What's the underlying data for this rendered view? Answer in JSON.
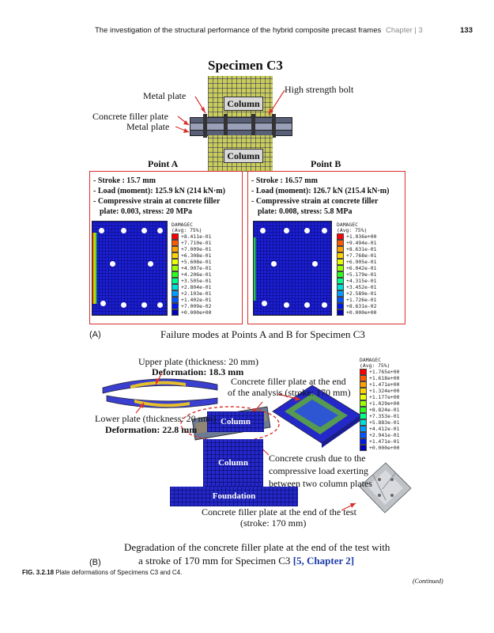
{
  "header": {
    "running_title": "The investigation of the structural performance of the hybrid composite precast frames",
    "chapter": "Chapter | 3",
    "page_number": "133"
  },
  "panel_a": {
    "title": "Specimen C3",
    "labels": {
      "metal_plate_top": "Metal plate",
      "concrete_filler_plate": "Concrete filler plate",
      "metal_plate_bottom": "Metal plate",
      "high_strength_bolt": "High strength bolt",
      "column_top": "Column",
      "column_bottom": "Column",
      "point_a": "Point A",
      "point_b": "Point B"
    },
    "point_a_stats": [
      "- Stroke : 15.7 mm",
      "- Load (moment): 125.9 kN (214 kN·m)",
      "- Compressive strain at concrete filler",
      "plate: 0.003, stress: 20 MPa"
    ],
    "point_b_stats": [
      "- Stroke : 16.57 mm",
      "- Load (moment): 126.7 kN (215.4 kN·m)",
      "- Compressive strain at concrete filler",
      "plate: 0.008, stress: 5.8 MPa"
    ],
    "legend_a": {
      "title": "DAMAGEC",
      "subtitle": "(Avg: 75%)",
      "values": [
        "+8.411e-01",
        "+7.710e-01",
        "+7.009e-01",
        "+6.308e-01",
        "+5.608e-01",
        "+4.907e-01",
        "+4.206e-01",
        "+3.505e-01",
        "+2.804e-01",
        "+2.103e-01",
        "+1.402e-01",
        "+7.009e-02",
        "+0.000e+00"
      ]
    },
    "legend_b": {
      "title": "DAMAGEC",
      "subtitle": "(Avg: 75%)",
      "values": [
        "+1.036e+00",
        "+9.494e-01",
        "+8.631e-01",
        "+7.768e-01",
        "+6.905e-01",
        "+6.042e-01",
        "+5.179e-01",
        "+4.315e-01",
        "+3.452e-01",
        "+2.589e-01",
        "+1.726e-01",
        "+8.631e-02",
        "+0.000e+00"
      ]
    },
    "legend_colors": [
      "#ff0000",
      "#ff5a00",
      "#ffa000",
      "#ffd200",
      "#e8ff00",
      "#9cff00",
      "#2bff1c",
      "#00ff8a",
      "#00e0d8",
      "#009cff",
      "#0055ff",
      "#0019e8",
      "#0000b4"
    ],
    "panel_letter": "(A)",
    "caption": "Failure modes at Points A and B for Specimen C3"
  },
  "panel_b": {
    "upper_plate": "Upper plate (thickness: 20 mm)",
    "upper_deformation": "Deformation: 18.3 mm",
    "lower_plate": "Lower plate (thickness: 20 mm)",
    "lower_deformation": "Deformation: 22.8 mm",
    "filler_end_line1": "Concrete filler plate at the end",
    "filler_end_line2": "of the analysis (stroke: 170 mm)",
    "column_upper": "Column",
    "column_lower": "Column",
    "foundation": "Foundation",
    "crush_line1": "Concrete crush due to the",
    "crush_line2": "compressive load exerting",
    "crush_line3": "between two column plates",
    "filler_test_line1": "Concrete filler plate at the end of the test",
    "filler_test_line2": "(stroke: 170 mm)",
    "legend": {
      "title": "DAMAGEC",
      "subtitle": "(Avg: 75%)",
      "values": [
        "+1.765e+00",
        "+1.618e+00",
        "+1.471e+00",
        "+1.324e+00",
        "+1.177e+00",
        "+1.029e+00",
        "+8.824e-01",
        "+7.353e-01",
        "+5.883e-01",
        "+4.412e-01",
        "+2.941e-01",
        "+1.471e-01",
        "+0.000e+00"
      ]
    },
    "caption_line1": "Degradation of the concrete filler plate at the end of the test with",
    "caption_line2": "a stroke of 170 mm for Specimen C3",
    "caption_ref": "[5, Chapter 2]",
    "panel_letter": "(B)"
  },
  "figure": {
    "label": "FIG. 3.2.18",
    "caption": "Plate deformations of Specimens C3 and C4.",
    "continued": "(Continued)"
  }
}
